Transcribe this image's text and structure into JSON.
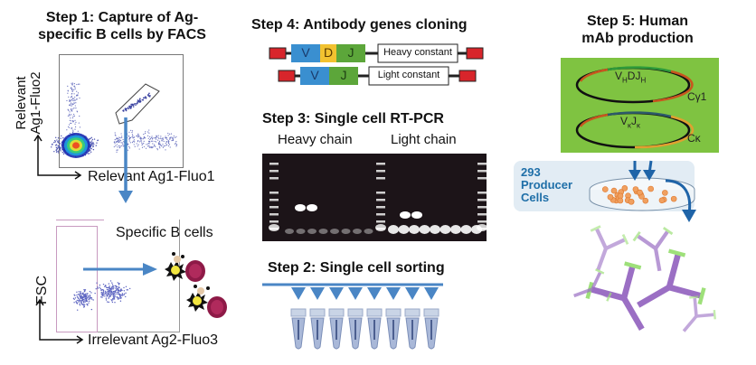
{
  "step1": {
    "title_line1": "Step 1: Capture of Ag-",
    "title_line2": "specific B cells by FACS",
    "plot1": {
      "y_label_line1": "Relevant",
      "y_label_line2": "Ag1-Fluo2",
      "x_label": "Relevant Ag1-Fluo1"
    },
    "plot2": {
      "y_label": "FSC",
      "x_label": "Irrelevant Ag2-Fluo3",
      "annotation": "Specific B cells"
    }
  },
  "step4": {
    "title": "Step 4: Antibody genes cloning",
    "heavy": {
      "segments": [
        "V",
        "D",
        "J"
      ],
      "constant": "Heavy constant"
    },
    "light": {
      "segments": [
        "V",
        "J"
      ],
      "constant": "Light constant"
    },
    "colors": {
      "V": "#3a8fd0",
      "D": "#f2c230",
      "J": "#5ca63a",
      "end": "#d8252b"
    }
  },
  "step3": {
    "title": "Step 3: Single cell RT-PCR",
    "heavy_label": "Heavy chain",
    "light_label": "Light chain"
  },
  "step2": {
    "title": "Step 2: Single cell sorting",
    "tube_count": 8
  },
  "step5": {
    "title_line1": "Step 5: Human",
    "title_line2": "mAb production",
    "plasmid_heavy": {
      "v": "V",
      "v_sub": "H",
      "d": "DJ",
      "d_sub": "H",
      "c": "Cγ1"
    },
    "plasmid_light": {
      "v": "V",
      "v_sub": "κ",
      "d": "J",
      "d_sub": "κ",
      "c": "Cκ"
    },
    "cells_label_line1": "293",
    "cells_label_line2": "Producer",
    "cells_label_line3": "Cells",
    "colors": {
      "panel": "#7fc341",
      "cells_text": "#1f6fa8",
      "antibody": "#9b6fc4",
      "light_chain": "#9ee07a"
    }
  }
}
